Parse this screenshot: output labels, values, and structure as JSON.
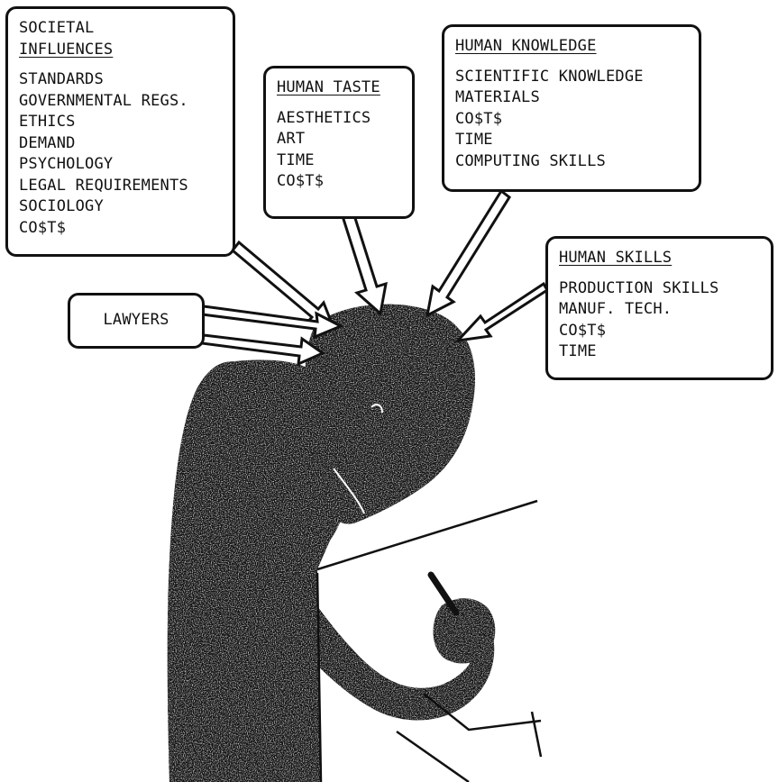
{
  "colors": {
    "ink": "#111111",
    "paper": "#ffffff"
  },
  "illustration": "designer-drawing-icon",
  "boxes": {
    "societal": {
      "title_line1": "SOCIETAL",
      "title_line2": "INFLUENCES",
      "items": [
        "STANDARDS",
        "GOVERNMENTAL REGS.",
        "ETHICS",
        "DEMAND",
        "PSYCHOLOGY",
        "LEGAL REQUIREMENTS",
        "SOCIOLOGY",
        "CO$T$"
      ]
    },
    "taste": {
      "title": "HUMAN TASTE",
      "items": [
        "AESTHETICS",
        "ART",
        "TIME",
        "CO$T$"
      ]
    },
    "knowledge": {
      "title": "HUMAN KNOWLEDGE",
      "items": [
        "SCIENTIFIC KNOWLEDGE",
        "MATERIALS",
        "CO$T$",
        "TIME",
        "COMPUTING SKILLS"
      ]
    },
    "skills": {
      "title": "HUMAN SKILLS",
      "items": [
        "PRODUCTION SKILLS",
        "MANUF. TECH.",
        "CO$T$",
        "TIME"
      ]
    },
    "lawyers": {
      "label": "LAWYERS"
    }
  }
}
